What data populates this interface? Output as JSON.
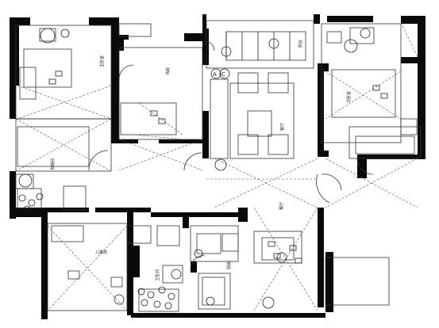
{
  "plan": {
    "rooms": [
      {
        "id": "master-bedroom",
        "label": "主卧室"
      },
      {
        "id": "study",
        "label": "书房"
      },
      {
        "id": "living",
        "label": "客厅"
      },
      {
        "id": "bedroom-2",
        "label": "次卧室"
      },
      {
        "id": "wardrobe",
        "label": "衣帽间"
      },
      {
        "id": "bath",
        "label": "卫生间"
      },
      {
        "id": "dining",
        "label": "餐厅"
      },
      {
        "id": "kitchen",
        "label": "厨房"
      },
      {
        "id": "balcony",
        "label": "阳台"
      },
      {
        "id": "kids-room",
        "label": "儿童房"
      }
    ],
    "markers": {
      "a": "A",
      "c": "C"
    }
  },
  "colors": {
    "wall": "#0a0a0a",
    "line": "#333333",
    "dash": "#555555"
  }
}
